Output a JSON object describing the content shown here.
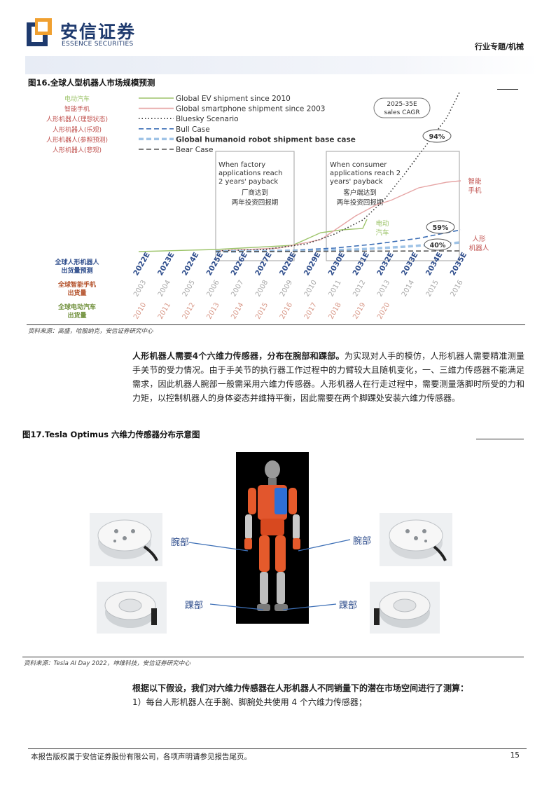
{
  "header": {
    "brand_cn": "安信证券",
    "brand_en": "ESSENCE SECURITIES",
    "section": "行业专题/机械"
  },
  "figure16": {
    "title": "图16.全球人型机器人市场规模预测",
    "legend": [
      {
        "cn": "电动汽车",
        "en": "Global EV shipment since 2010",
        "color": "#9dc46a",
        "style": "solid",
        "cn_color": "#9dc46a"
      },
      {
        "cn": "智能手机",
        "en": "Global smartphone shipment since 2003",
        "color": "#e6a5a5",
        "style": "solid",
        "cn_color": "#c0504d"
      },
      {
        "cn": "人形机器人(理想状态)",
        "en": "Bluesky Scenario",
        "color": "#333333",
        "style": "dot",
        "cn_color": "#c0504d"
      },
      {
        "cn": "人形机器人(乐观)",
        "en": "Bull Case",
        "color": "#3d6fb6",
        "style": "dash",
        "cn_color": "#c0504d"
      },
      {
        "cn": "人形机器人(参照预测)",
        "en": "Global humanoid robot shipment base case",
        "color": "#9fc3e6",
        "style": "dash",
        "cn_color": "#c0504d"
      },
      {
        "cn": "人形机器人(悲观)",
        "en": "Bear Case",
        "color": "#555555",
        "style": "dash",
        "cn_color": "#c0504d"
      }
    ],
    "cagr_box": "2025-35E\nsales CAGR",
    "cagr_line1": "2025-35E",
    "cagr_line2": "sales CAGR",
    "pct_bluesky": "94%",
    "pct_bull": "59%",
    "pct_base": "40%",
    "box1_en": [
      "When factory",
      "applications reach",
      "2 years' payback"
    ],
    "box1_cn": [
      "厂商达到",
      "两年投资回报期"
    ],
    "box2_en": [
      "When consumer",
      "applications reach 2",
      "years' payback"
    ],
    "box2_cn": [
      "客户端达到",
      "两年投资回报期"
    ],
    "label_phone": [
      "智能",
      "手机"
    ],
    "label_ev": [
      "电动",
      "汽车"
    ],
    "label_robot": [
      "人形",
      "机器人"
    ],
    "row_labels": [
      {
        "lines": [
          "全球人形机器人",
          "出货量预测"
        ],
        "color": "#2e4d8c"
      },
      {
        "lines": [
          "全球智能手机",
          "出货量"
        ],
        "color": "#b5542e"
      },
      {
        "lines": [
          "全球电动汽车",
          "出货量"
        ],
        "color": "#6f8f3a"
      }
    ],
    "robot_years": [
      "2022E",
      "2023E",
      "2024E",
      "2025E",
      "2026E",
      "2027E",
      "2028E",
      "2029E",
      "2030E",
      "2031E",
      "2032E",
      "2033E",
      "2034E",
      "2035E"
    ],
    "phone_years": [
      "2003",
      "2004",
      "2005",
      "2006",
      "2007",
      "2008",
      "2009",
      "2010",
      "2011",
      "2012",
      "2013",
      "2014",
      "2015",
      "2016"
    ],
    "ev_years": [
      "2010",
      "2011",
      "2012",
      "2013",
      "2014",
      "2015",
      "2016",
      "2017",
      "2018",
      "2019",
      "2020"
    ],
    "source": "资料来源：高盛，哈殷纳克，安信证券研究中心"
  },
  "paragraph1": {
    "bold": "人形机器人需要4个六维力传感器，分布在腕部和踝部。",
    "body": "为实现对人手的模仿，人形机器人需要精准测量手关节的受力情况。由于手关节的执行器工作过程中的力臂较大且随机变化，一、三维力传感器不能满足需求，因此机器人腕部一般需采用六维力传感器。人形机器人在行走过程中，需要测量落脚时所受的力和力矩，以控制机器人的身体姿态并维持平衡，因此需要在两个脚踝处安装六维力传感器。"
  },
  "figure17": {
    "title": "图17.Tesla Optimus 六维力传感器分布示意图",
    "label_wrist": "腕部",
    "label_ankle": "踝部",
    "source": "资料来源：Tesla AI Day 2022，坤维科技，安信证券研究中心"
  },
  "paragraph2": {
    "bold": "根据以下假设，我们对六维力传感器在人形机器人不同销量下的潜在市场空间进行了测算：",
    "item1": "1）每台人形机器人在手腕、脚腕处共使用 4 个六维力传感器；"
  },
  "footer": {
    "text": "本报告版权属于安信证券股份有限公司，各项声明请参见报告尾页。",
    "page": "15"
  }
}
